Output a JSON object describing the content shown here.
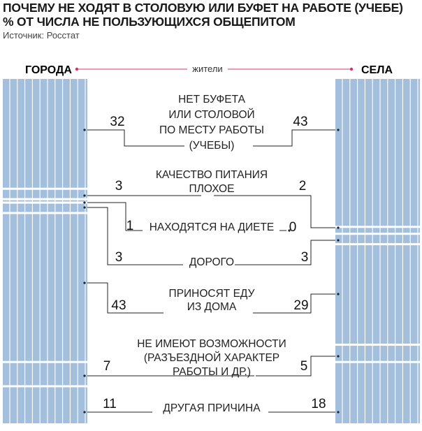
{
  "title_line1": "ПОЧЕМУ НЕ ХОДЯТ В СТОЛОВУЮ ИЛИ БУФЕТ НА РАБОТЕ (УЧЕБЕ)",
  "title_line2": "% ОТ ЧИСЛА НЕ ПОЛЬЗУЮЩИХСЯ ОБЩЕПИТОМ",
  "source": "Источник: Росстат",
  "colors": {
    "bar": "#a3bfdb",
    "bar_stripe": "#ffffff",
    "accent": "#d6336c",
    "line": "#222222"
  },
  "chart_data": {
    "type": "bar",
    "group_label": "жители",
    "series": [
      {
        "name": "ГОРОДА",
        "values": [
          32,
          3,
          1,
          3,
          43,
          7,
          11
        ]
      },
      {
        "name": "СЕЛА",
        "values": [
          43,
          2,
          0,
          3,
          29,
          5,
          18
        ]
      }
    ],
    "categories": [
      [
        "НЕТ БУФЕТА",
        "ИЛИ СТОЛОВОЙ",
        "ПО МЕСТУ РАБОТЫ",
        "(УЧЕБЫ)"
      ],
      [
        "КАЧЕСТВО ПИТАНИЯ",
        "ПЛОХОЕ"
      ],
      [
        "НАХОДЯТСЯ НА ДИЕТЕ"
      ],
      [
        "ДОРОГО"
      ],
      [
        "ПРИНОСЯТ ЕДУ",
        "ИЗ ДОМА"
      ],
      [
        "НЕ ИМЕЮТ ВОЗМОЖНОСТИ",
        "(РАЗЪЕЗДНОЙ ХАРАКТЕР",
        "РАБОТЫ И ДР.)"
      ],
      [
        "ДРУГАЯ ПРИЧИНА"
      ]
    ]
  }
}
